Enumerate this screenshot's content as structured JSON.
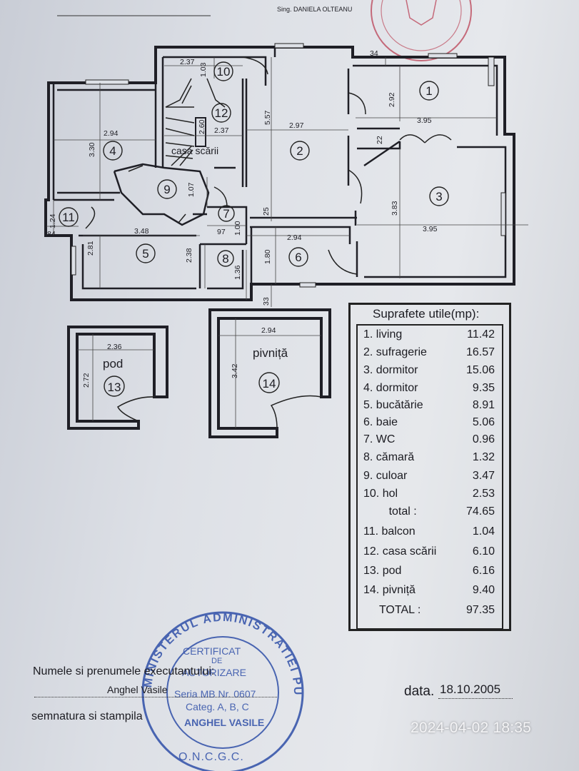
{
  "header": {
    "signature_name": "Sing. DANIELA OLTEANU"
  },
  "plan": {
    "rooms": [
      {
        "id": "1",
        "label": ""
      },
      {
        "id": "2",
        "label": ""
      },
      {
        "id": "3",
        "label": ""
      },
      {
        "id": "4",
        "label": ""
      },
      {
        "id": "5",
        "label": ""
      },
      {
        "id": "6",
        "label": ""
      },
      {
        "id": "7",
        "label": ""
      },
      {
        "id": "8",
        "label": ""
      },
      {
        "id": "9",
        "label": ""
      },
      {
        "id": "10",
        "label": ""
      },
      {
        "id": "11",
        "label": ""
      },
      {
        "id": "12",
        "label": "casa scării"
      },
      {
        "id": "13",
        "label": "pod"
      },
      {
        "id": "14",
        "label": "pivniță"
      }
    ],
    "dimensions": [
      "2.37",
      "1.03",
      "5.57",
      "34",
      "2.92",
      "3.95",
      "2.60",
      "2.37",
      "2.97",
      "2.94",
      "3.30",
      "22",
      "1.07",
      "3.83",
      "3.95",
      "1.24",
      "84",
      "3.48",
      "97",
      "1.00",
      "25",
      "2.94",
      "2.81",
      "2.38",
      "1.80",
      "1.36",
      "33",
      "2.36",
      "2.72",
      "2.94",
      "3.42"
    ]
  },
  "areas": {
    "title": "Suprafete utile(mp):",
    "rows": [
      {
        "label": "1.  living",
        "value": "11.42"
      },
      {
        "label": "2.  sufragerie",
        "value": "16.57"
      },
      {
        "label": "3.  dormitor",
        "value": "15.06"
      },
      {
        "label": "4.  dormitor",
        "value": "9.35"
      },
      {
        "label": "5.  bucătărie",
        "value": "8.91"
      },
      {
        "label": "6.  baie",
        "value": "5.06"
      },
      {
        "label": "7.  WC",
        "value": "0.96"
      },
      {
        "label": "8.  cămară",
        "value": "1.32"
      },
      {
        "label": "9.  culoar",
        "value": "3.47"
      },
      {
        "label": "10.  hol",
        "value": "2.53"
      },
      {
        "label": "        total :",
        "value": "74.65"
      },
      {
        "label": "11.  balcon",
        "value": "1.04"
      },
      {
        "label": "12.  casa scării",
        "value": "6.10"
      },
      {
        "label": "13.  pod",
        "value": "6.16"
      },
      {
        "label": "14.  pivniță",
        "value": "9.40"
      },
      {
        "label": "     TOTAL :",
        "value": "97.35"
      }
    ]
  },
  "stamp": {
    "ring_text": "MINISTERUL ADMINISTRATIEI PUBLICE",
    "bottom_text": "O.N.C.G.C.",
    "line1": "CERTIFICAT",
    "line2": "DE",
    "line3": "AUTORIZARE",
    "line4": "Seria MB Nr. 0607",
    "line5": "Categ. A, B, C",
    "line6": "ANGHEL VASILE"
  },
  "footer": {
    "executant_label": "Numele si prenumele executantului:",
    "executant_name": "Anghel Vasile",
    "signature_label": "semnatura si stampila",
    "date_label": "data.",
    "date_value": "18.10.2005"
  },
  "photo_timestamp": "2024-04-02 18:35",
  "colors": {
    "stamp_blue": "#2f4fa8",
    "stamp_red": "#b8354a"
  }
}
